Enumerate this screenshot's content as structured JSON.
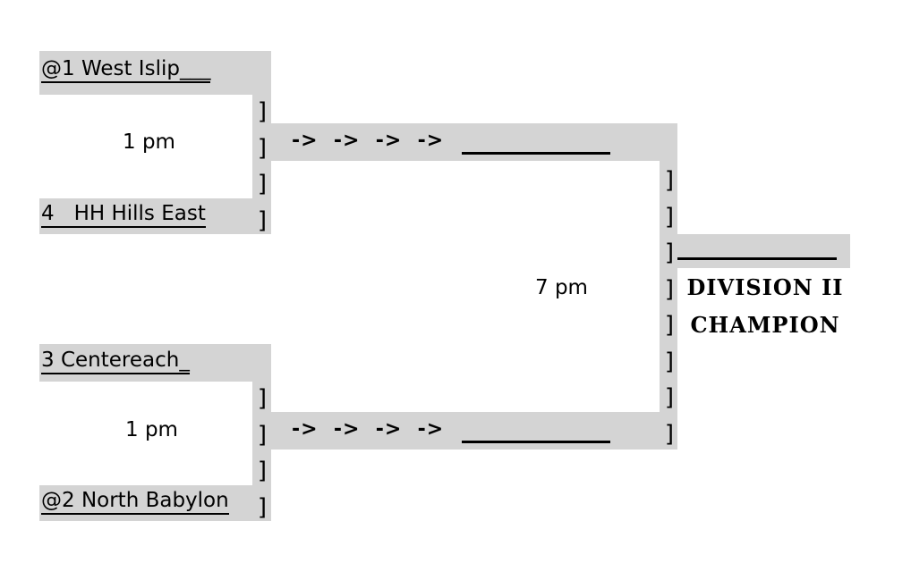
{
  "bracket": {
    "title_lines": [
      "DIVISION II",
      "CHAMPION"
    ],
    "semifinals": [
      {
        "id": "semifinal-top",
        "time": "1 pm",
        "teams": [
          {
            "seed_label": "@1",
            "name": "West Islip",
            "display": "@1 West Islip___"
          },
          {
            "seed_label": "4",
            "name": "HH Hills East",
            "display": "4   HH Hills East"
          }
        ],
        "advance_arrows": "->  ->  ->  ->",
        "winner_slot": ""
      },
      {
        "id": "semifinal-bottom",
        "time": "1 pm",
        "teams": [
          {
            "seed_label": "3",
            "name": "Centereach",
            "display": "3 Centereach_"
          },
          {
            "seed_label": "@2",
            "name": "North Babylon",
            "display": "@2 North Babylon"
          }
        ],
        "advance_arrows": "->  ->  ->  ->",
        "winner_slot": ""
      }
    ],
    "final": {
      "id": "final",
      "time": "7 pm",
      "champion_slot": ""
    },
    "bracket_glyph": "]",
    "colors": {
      "band": "#d4d4d4",
      "page": "#ffffff",
      "ink": "#000000"
    }
  }
}
